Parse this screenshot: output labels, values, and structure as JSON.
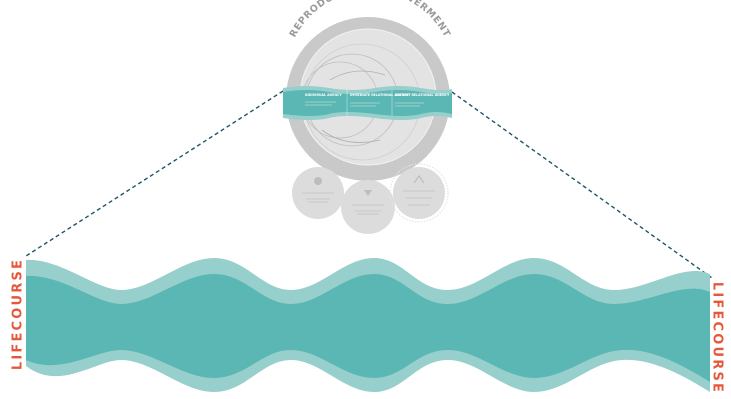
{
  "diagram": {
    "title": "REPRODUCTIVE EMPOWERMENT",
    "band_labels": [
      "INDIVIDUAL AGENCY",
      "IMMEDIATE RELATIONAL AGENCY",
      "DISTANT RELATIONAL AGENCY"
    ],
    "lifecourse_label": "LIFECOURSE",
    "colors": {
      "teal": "#5bb7b4",
      "teal_light": "#96cfcc",
      "gray_outer": "#c9c9c9",
      "gray_inner": "#e3e3e3",
      "accent": "#e5583b",
      "dash": "#1f5566"
    }
  }
}
